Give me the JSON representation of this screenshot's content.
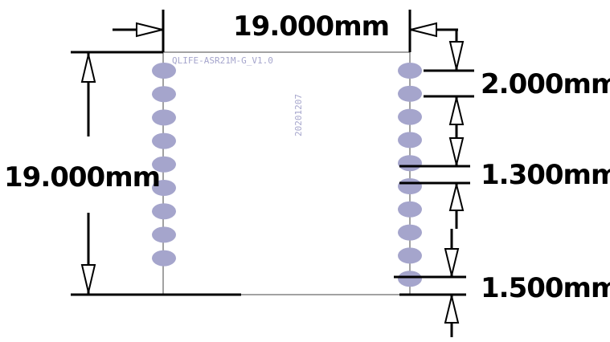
{
  "dimensions": {
    "width_label": "19.000mm",
    "height_label": "19.000mm",
    "pad_offset_label": "2.000mm",
    "pad_pitch_label": "1.300mm",
    "bottom_offset_label": "1.500mm"
  },
  "silkscreen": {
    "module_name": "QLIFE-ASR21M-G_V1.0",
    "date_code": "20201207"
  },
  "pads": {
    "left_count": 9,
    "right_count": 10,
    "color": "#a5a5cc"
  },
  "colors": {
    "dimension_lines": "#000000",
    "board_outline": "#333333"
  }
}
